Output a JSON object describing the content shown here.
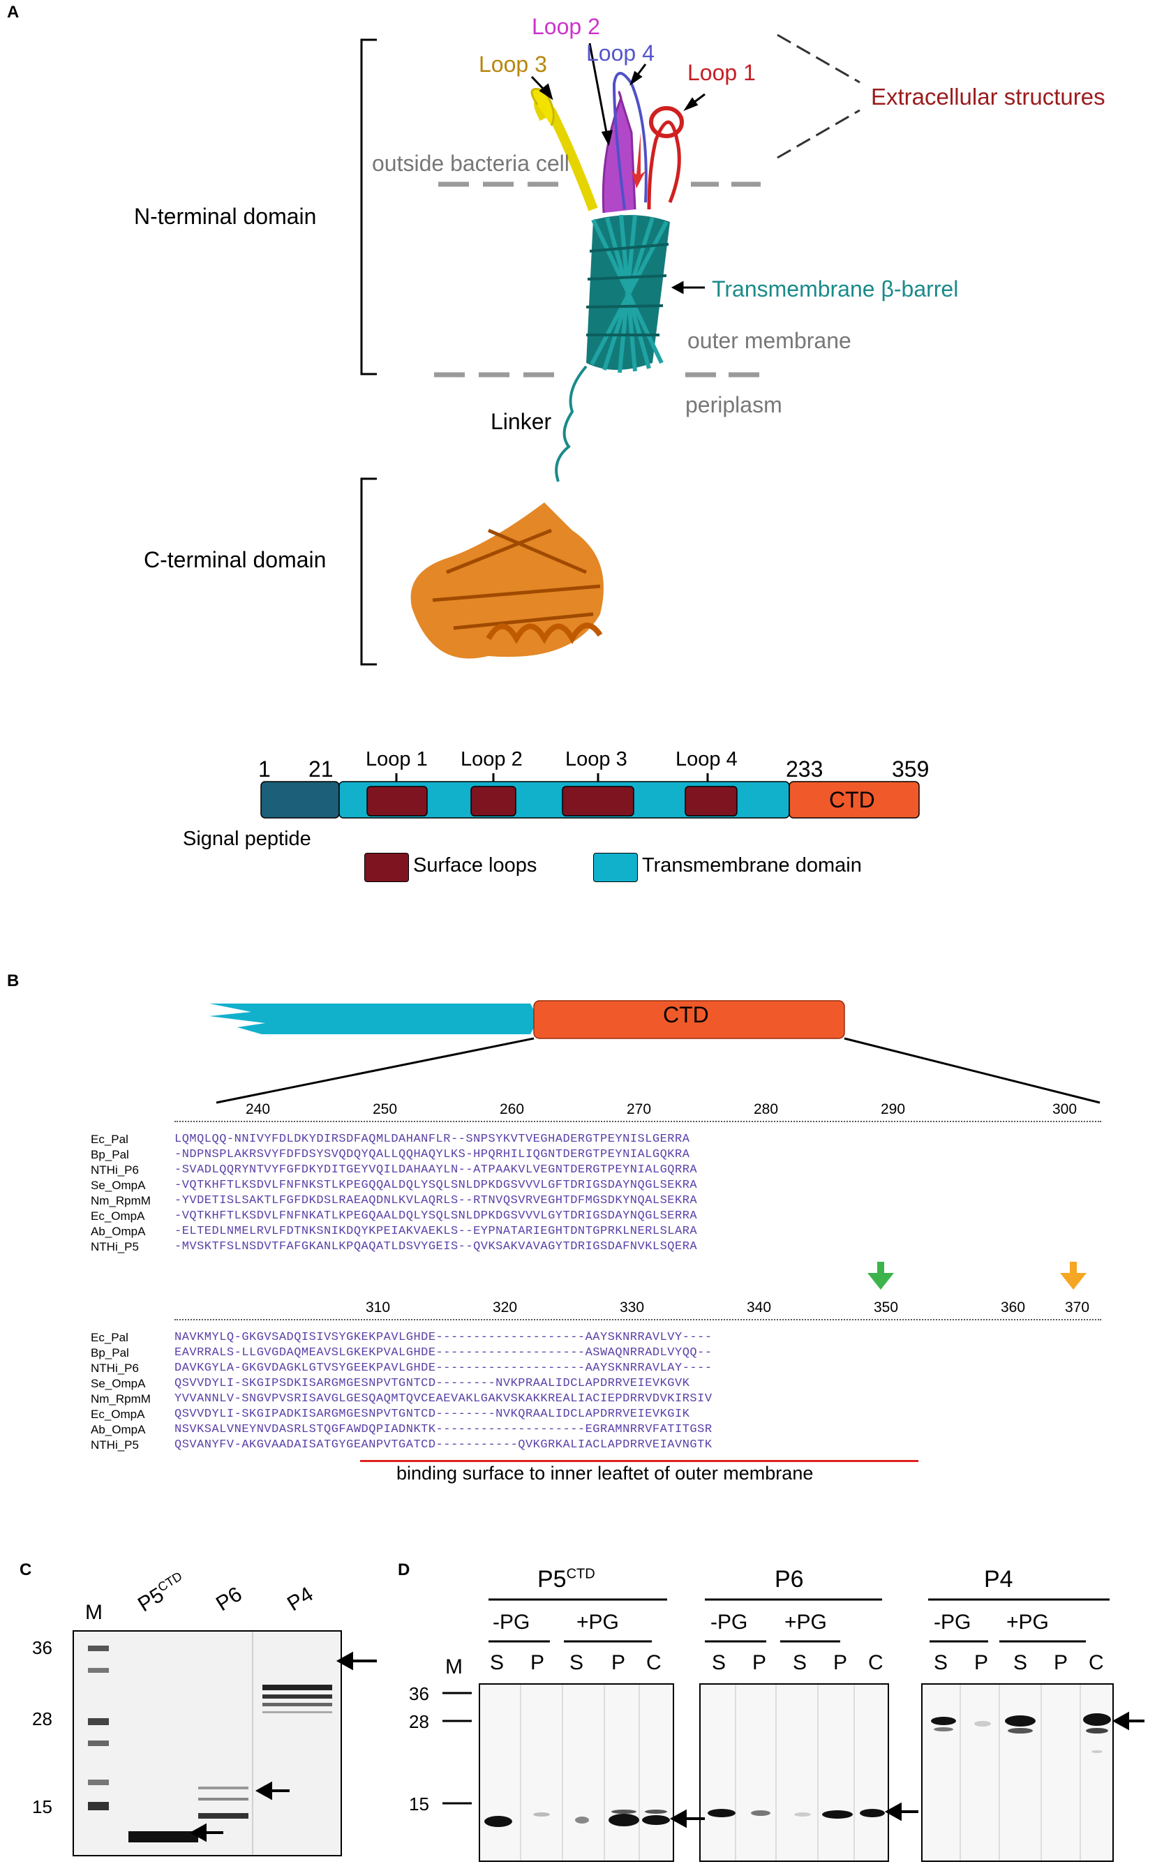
{
  "panels": {
    "a": "A",
    "b": "B",
    "c": "C",
    "d": "D"
  },
  "panelA": {
    "loops": [
      "Loop 1",
      "Loop 2",
      "Loop 3",
      "Loop 4"
    ],
    "extracellular": "Extracellular structures",
    "outside": "outside bacteria cell",
    "barrel": "Transmembrane β-barrel",
    "outer_membrane": "outer membrane",
    "periplasm": "periplasm",
    "linker": "Linker",
    "n_domain": "N-terminal domain",
    "c_domain": "C-terminal domain",
    "colors": {
      "loop1": "#c41e24",
      "loop2": "#cc33cc",
      "loop3": "#b8860b",
      "loop4": "#5555cc",
      "extracellular": "#9b1b1b",
      "barrel": "#1a8a8a",
      "ctd": "#d96b00"
    }
  },
  "domainMap": {
    "positions": [
      "1",
      "21",
      "233",
      "359"
    ],
    "loop_labels": [
      "Loop 1",
      "Loop 2",
      "Loop 3",
      "Loop 4"
    ],
    "ctd": "CTD",
    "signal_peptide": "Signal peptide",
    "legend_loops": "Surface loops",
    "legend_tm": "Transmembrane domain",
    "colors": {
      "signal": "#1c5f78",
      "tm": "#11b1cc",
      "loops": "#7d1420",
      "ctd": "#f05a2a"
    }
  },
  "panelB": {
    "ctd": "CTD",
    "ticks1": [
      "240",
      "250",
      "260",
      "270",
      "280",
      "290",
      "300"
    ],
    "ticks2": [
      "310",
      "320",
      "330",
      "340",
      "350",
      "360",
      "370"
    ],
    "names": [
      "Ec_Pal",
      "Bp_Pal",
      "NTHi_P6",
      "Se_OmpA",
      "Nm_RpmM",
      "Ec_OmpA",
      "Ab_OmpA",
      "NTHi_P5"
    ],
    "block1": [
      "LQMQLQQ-NNIVYFDLDKYDIRSDFAQMLDAHANFLR--SNPSYKVTVEGHADERGTPEYNISLGERRA",
      "-NDPNSPLAKRSVYFDFDSYSVQDQYQALLQQHAQYLKS-HPQRHILIQGNTDERGTPEYNIALGQKRA",
      "-SVADLQQRYNTVYFGFDKYDITGEYVQILDAHAAYLN--ATPAAKVLVEGNTDERGTPEYNIALGQRRA",
      "-VQTKHFTLKSDVLFNFNKSTLKPEGQQALDQLYSQLSNLDPKDGSVVVLGFTDRIGSDAYNQGLSEKRA",
      "-YVDETISLSAKTLFGFDKDSLRAEAQDNLKVLAQRLS--RTNVQSVRVEGHTDFMGSDKYNQALSEKRA",
      "-VQTKHFTLKSDVLFNFNKATLKPEGQAALDQLYSQLSNLDPKDGSVVVLGYTDRIGSDAYNQGLSERRA",
      "-ELTEDLNMELRVLFDTNKSNIKDQYKPEIAKVAEKLS--EYPNATARIEGHTDNTGPRKLNERLSLARA",
      "-MVSKTFSLNSDVTFAFGKANLKPQAQATLDSVYGEIS--QVKSAKVAVAGYTDRIGSDAFNVKLSQERA"
    ],
    "block2": [
      "NAVKMYLQ-GKGVSADQISIVSYGKEKPAVLGHDE--------------------AAYSKNRRAVLVY----",
      "EAVRRALS-LLGVGDAQMEAVSLGKEKPVALGHDE--------------------ASWAQNRRADLVYQQ--",
      "DAVKGYLA-GKGVDAGKLGTVSYGEEKPAVLGHDE--------------------AAYSKNRRAVLAY----",
      "QSVVDYLI-SKGIPSDKISARGMGESNPVTGNTCD--------NVKPRAALIDCLAPDRRVEIEVKGVK",
      "YVVANNLV-SNGVPVSRISAVGLGESQAQMTQVCEAEVAKLGAKVSKAKKREALIACIEPDRRVDVKIRSIV",
      "QSVVDYLI-SKGIPADKISARGMGESNPVTGNTCD--------NVKQRAALIDCLAPDRRVEIEVKGIK",
      "NSVKSALVNEYNVDASRLSTQGFAWDQPIADNKTK--------------------EGRAMNRRVFATITGSR",
      "QSVANYFV-AKGVAADAISATGYGEANPVTGATCD-----------QVKGRKALIACLAPDRRVEIAVNGTK"
    ],
    "binding": "binding surface to inner leaftet of outer membrane",
    "arrow_colors": {
      "green": "#3cb44b",
      "orange": "#f5a623"
    }
  },
  "panelC": {
    "lanes": [
      "M",
      "P5",
      "P6",
      "P4"
    ],
    "p5_sup": "CTD",
    "mw": [
      "36",
      "28",
      "15"
    ]
  },
  "panelD": {
    "groups": [
      "P5",
      "P6",
      "P4"
    ],
    "p5_sup": "CTD",
    "treatments": [
      "-PG",
      "+PG"
    ],
    "lanes": [
      "S",
      "P",
      "S",
      "P",
      "C"
    ],
    "m": "M",
    "mw": [
      "36",
      "28",
      "15"
    ]
  }
}
